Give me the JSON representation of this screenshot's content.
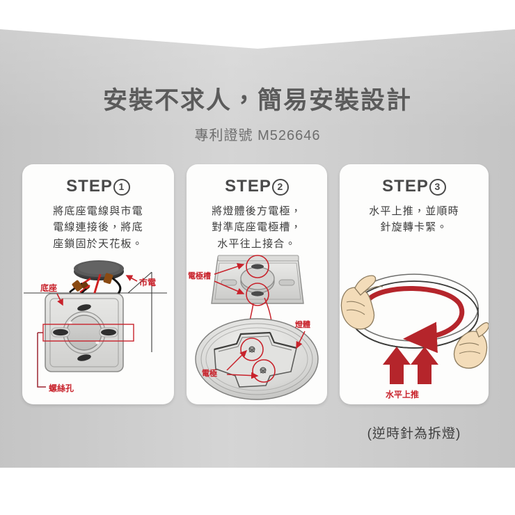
{
  "page": {
    "title": "安裝不求人，簡易安裝設計",
    "subtitle": "專利證號 M526646",
    "background_color": "#cfcfcf",
    "accent_color": "#c8222b",
    "title_color": "#5b5b5b"
  },
  "steps": [
    {
      "label": "STEP",
      "number": "1",
      "desc_lines": [
        "將底座電線與市電",
        "電線連接後，將底",
        "座鎖固於天花板。"
      ],
      "diagram_labels": {
        "base": "底座",
        "mains": "市電",
        "screw_holes": "螺絲孔"
      }
    },
    {
      "label": "STEP",
      "number": "2",
      "desc_lines": [
        "將燈體後方電極，",
        "對準底座電極槽，",
        "水平往上接合。"
      ],
      "diagram_labels": {
        "electrode_slot": "電極槽",
        "lamp_body": "燈體",
        "electrode": "電極"
      }
    },
    {
      "label": "STEP",
      "number": "3",
      "desc_lines": [
        "水平上推，並順時",
        "針旋轉卡緊。"
      ],
      "diagram_labels": {
        "push_up": "水平上推"
      }
    }
  ],
  "footer_note": "(逆時針為拆燈)"
}
